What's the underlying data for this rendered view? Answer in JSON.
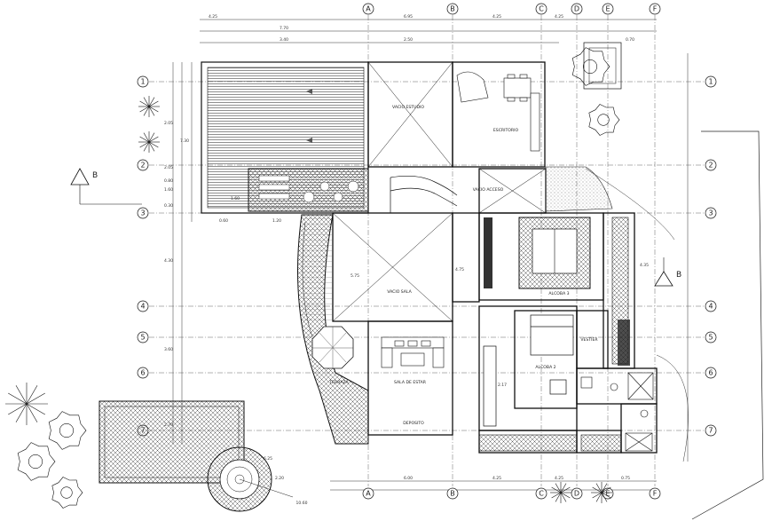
{
  "drawing": {
    "type": "architectural floor plan",
    "colors": {
      "line": "#1a1a1a",
      "hatch": "#555555",
      "background": "#ffffff"
    }
  },
  "grid": {
    "columns": [
      "A",
      "B",
      "C",
      "D",
      "E",
      "F"
    ],
    "rows": [
      "1",
      "2",
      "3",
      "4",
      "5",
      "6",
      "7"
    ]
  },
  "section_markers": [
    {
      "label": "B"
    },
    {
      "label": "B"
    }
  ],
  "rooms": [
    {
      "label": "VACIO ESTUDIO"
    },
    {
      "label": "VACIO SALA"
    },
    {
      "label": "VACIO ACCESO"
    },
    {
      "label": "ALCOBA 3"
    },
    {
      "label": "ALCOBA 2"
    },
    {
      "label": "SALA DE ESTAR"
    },
    {
      "label": "VESTIER"
    },
    {
      "label": "TERRAZA"
    },
    {
      "label": "DEPOSITO"
    },
    {
      "label": "ESCRITORIO"
    }
  ],
  "dimensions": {
    "top": [
      "4.25",
      "6.95",
      "4.25",
      "4.25",
      "0.70"
    ],
    "top_totals": [
      "7.70",
      "3.40",
      "2.50"
    ],
    "left": [
      "2.05",
      "2.05",
      "0.30",
      "0.80",
      "1.60",
      "4.30",
      "3.60",
      "2.70"
    ],
    "left_total": "7.30",
    "bottom": [
      "6.00",
      "4.25",
      "4.25",
      "0.75"
    ],
    "inner": [
      "5.75",
      "4.75",
      "2.17",
      "4.35",
      "1.60",
      "0.60",
      "1.20"
    ],
    "circle": [
      "6.25",
      "2.20",
      "10.60"
    ]
  }
}
